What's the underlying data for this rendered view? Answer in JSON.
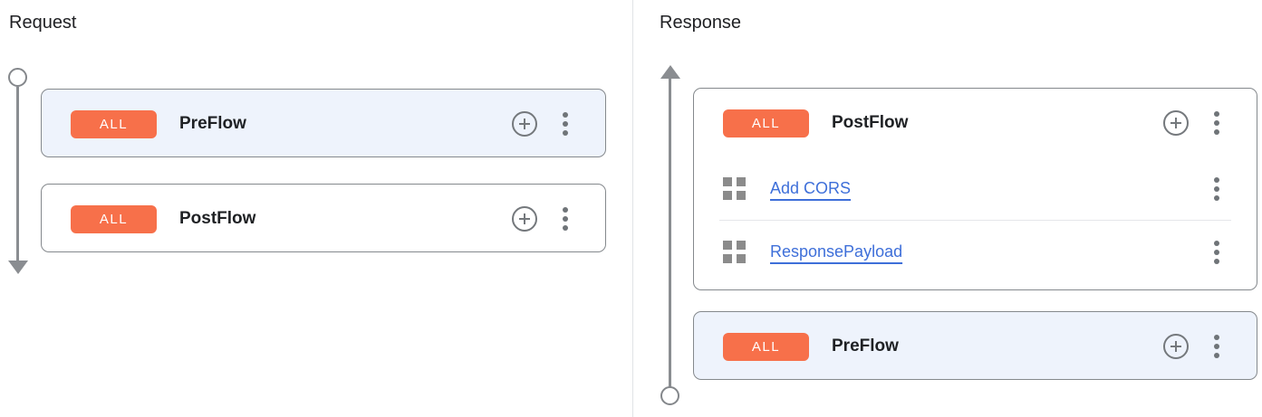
{
  "request": {
    "title": "Request",
    "flows": [
      {
        "badge": "ALL",
        "name": "PreFlow",
        "selected": true
      },
      {
        "badge": "ALL",
        "name": "PostFlow",
        "selected": false
      }
    ]
  },
  "response": {
    "title": "Response",
    "flows": [
      {
        "badge": "ALL",
        "name": "PostFlow",
        "selected": false,
        "policies": [
          {
            "label": "Add CORS"
          },
          {
            "label": "ResponsePayload"
          }
        ]
      },
      {
        "badge": "ALL",
        "name": "PreFlow",
        "selected": true,
        "policies": []
      }
    ]
  },
  "icons": {
    "add_policy": "plus-circle-icon",
    "more_options": "kebab-vertical-icon",
    "drag": "drag-handle-icon",
    "timeline_start": "circle",
    "timeline_end": "filled-arrow"
  },
  "colors": {
    "badge_orange": "#F7704A",
    "selected_card_bg": "#EEF3FC",
    "card_border": "#85898D",
    "link_blue": "#3E6FD9",
    "icon_gray": "#6F7478",
    "timeline_gray": "#8A8D91",
    "text": "#202124"
  }
}
